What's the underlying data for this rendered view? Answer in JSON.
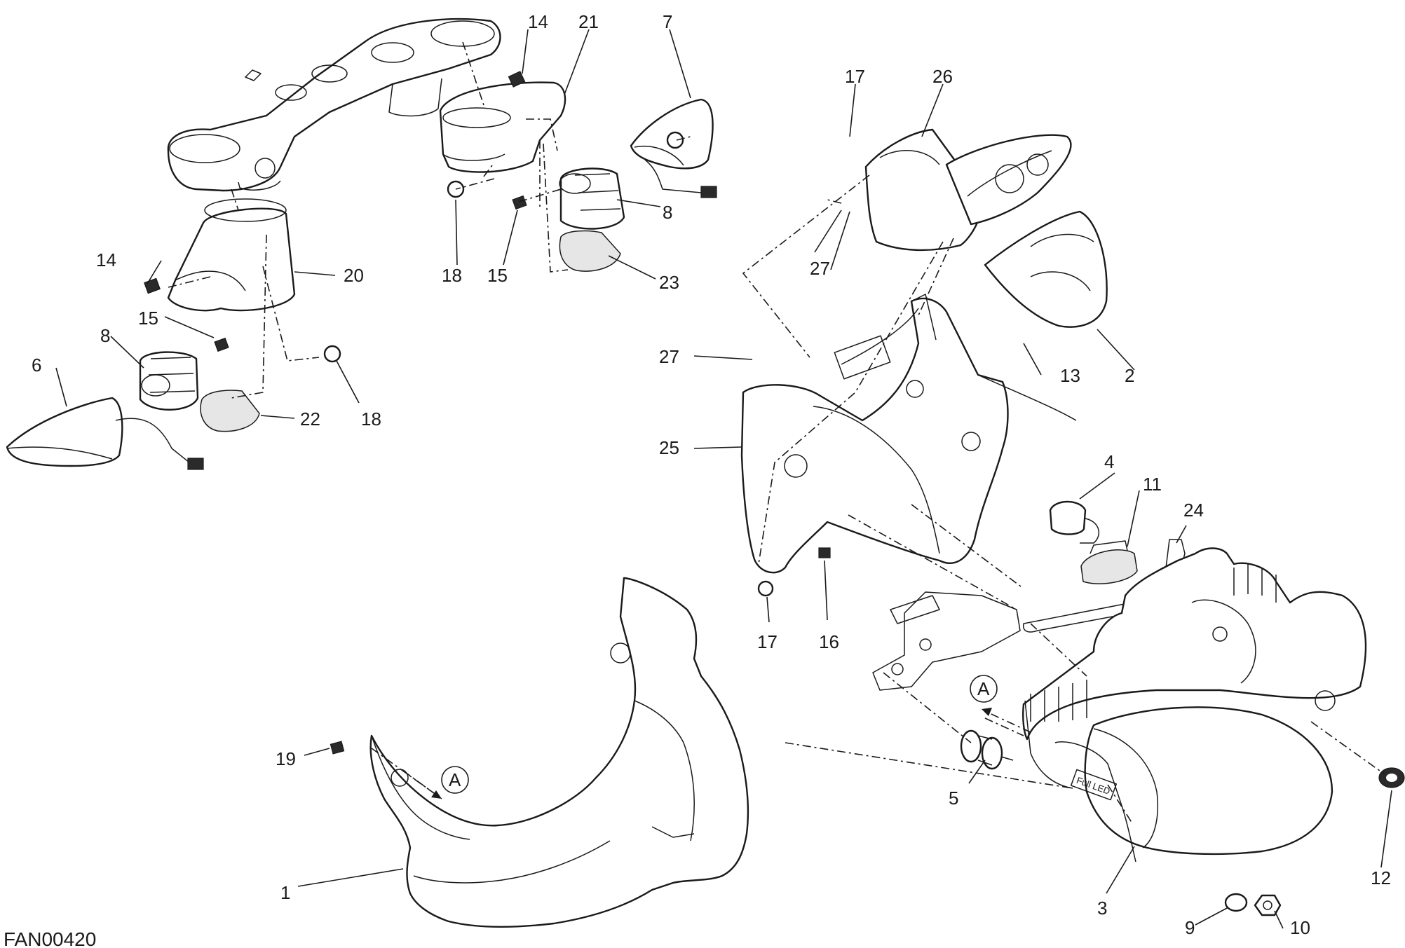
{
  "diagram": {
    "code": "FAN00420",
    "view_marker": "A",
    "labels": {
      "p1": "1",
      "p2": "2",
      "p3": "3",
      "p4": "4",
      "p5": "5",
      "p6": "6",
      "p7": "7",
      "p8a": "8",
      "p8b": "8",
      "p9": "9",
      "p10": "10",
      "p11": "11",
      "p12": "12",
      "p13": "13",
      "p14a": "14",
      "p14b": "14",
      "p15a": "15",
      "p15b": "15",
      "p16": "16",
      "p17a": "17",
      "p17b": "17",
      "p18a": "18",
      "p18b": "18",
      "p19": "19",
      "p20": "20",
      "p21": "21",
      "p22": "22",
      "p23": "23",
      "p24": "24",
      "p25": "25",
      "p26": "26",
      "p27a": "27",
      "p27b": "27"
    },
    "badge_text": "Full LED"
  }
}
